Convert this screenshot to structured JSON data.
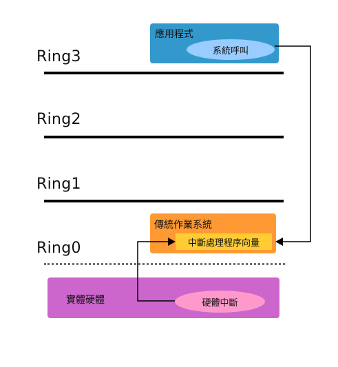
{
  "rings": {
    "ring3": "Ring3",
    "ring2": "Ring2",
    "ring1": "Ring1",
    "ring0": "Ring0"
  },
  "application": {
    "title": "應用程式",
    "syscall": "系統呼叫",
    "color": "#3399cc",
    "ellipse_color": "#99ccff"
  },
  "os": {
    "title": "傳統作業系統",
    "interrupt_vector": "中斷處理程序向量",
    "color": "#ff9933",
    "inner_color": "#ffcc33"
  },
  "hardware": {
    "title": "實體硬體",
    "interrupt": "硬體中斷",
    "color": "#cc66cc",
    "ellipse_color": "#ff99cc"
  }
}
